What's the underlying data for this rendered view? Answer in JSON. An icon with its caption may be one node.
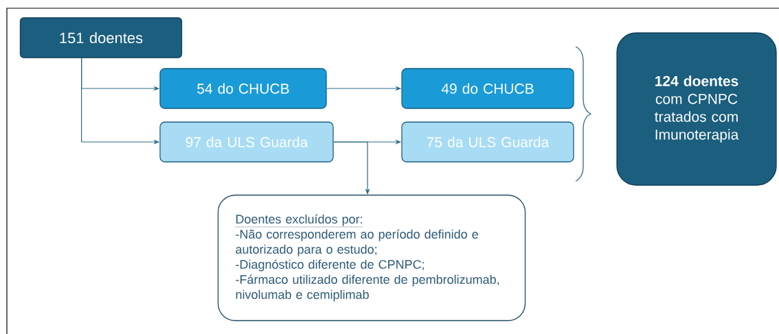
{
  "diagram": {
    "nodes": [
      {
        "text": [
          "151 doentes"
        ]
      },
      {
        "text": [
          "54 do CHUCB"
        ]
      },
      {
        "text": [
          "97 da ULS Guarda"
        ]
      },
      {
        "text": [
          "49 do CHUCB"
        ]
      },
      {
        "text": [
          "75 da ULS Guarda"
        ]
      },
      {
        "text": [
          "**124 doentes** com CPNPC tratados com Imunoterapia"
        ]
      },
      {
        "text": [
          "Doentes excluídos por:",
          "-Não corresponderem ao período definido e autorizado para o estudo;",
          "-Diagnóstico diferente de CPNPC;",
          "-Fármaco utilizado diferente de pembrolizumab, nivolumab e cemiplimab"
        ]
      }
    ],
    "edges": [
      {
        "from": 0,
        "to": 1,
        "arrow": "to"
      },
      {
        "from": 0,
        "to": 2,
        "arrow": "to"
      },
      {
        "from": 1,
        "to": 3,
        "arrow": "to"
      },
      {
        "from": 2,
        "to": 4,
        "arrow": "to"
      },
      {
        "from": 2,
        "to": 6,
        "arrow": "to"
      }
    ]
  }
}
